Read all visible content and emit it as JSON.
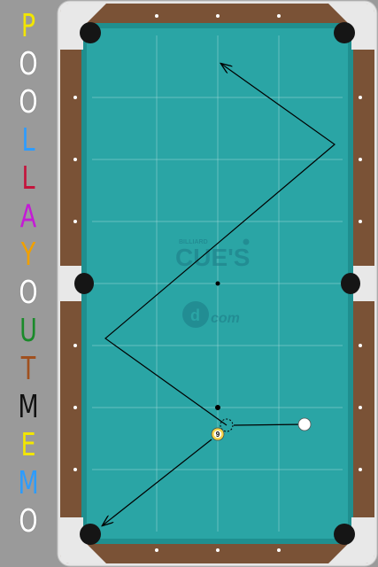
{
  "sidebar": {
    "title_letters": [
      {
        "char": "P",
        "color": "#f2e600"
      },
      {
        "char": "O",
        "color": "#ffffff"
      },
      {
        "char": "O",
        "color": "#ffffff"
      },
      {
        "char": "L",
        "color": "#2d9cff"
      },
      {
        "char": "L",
        "color": "#c4143c"
      },
      {
        "char": "A",
        "color": "#c41ad6"
      },
      {
        "char": "Y",
        "color": "#f0a000"
      },
      {
        "char": "O",
        "color": "#ffffff"
      },
      {
        "char": "U",
        "color": "#1a8a2a"
      },
      {
        "char": "T",
        "color": "#a0501e"
      },
      {
        "char": "M",
        "color": "#111111"
      },
      {
        "char": "E",
        "color": "#f2e600"
      },
      {
        "char": "M",
        "color": "#2d9cff"
      },
      {
        "char": "O",
        "color": "#ffffff"
      }
    ]
  },
  "table": {
    "felt_color": "#2aa5a5",
    "rail_color": "#7a5236",
    "ball_number": "9",
    "logo": {
      "small_text": "BILLIARD",
      "main_text": "CUE'S",
      "sub_text": "com"
    }
  }
}
